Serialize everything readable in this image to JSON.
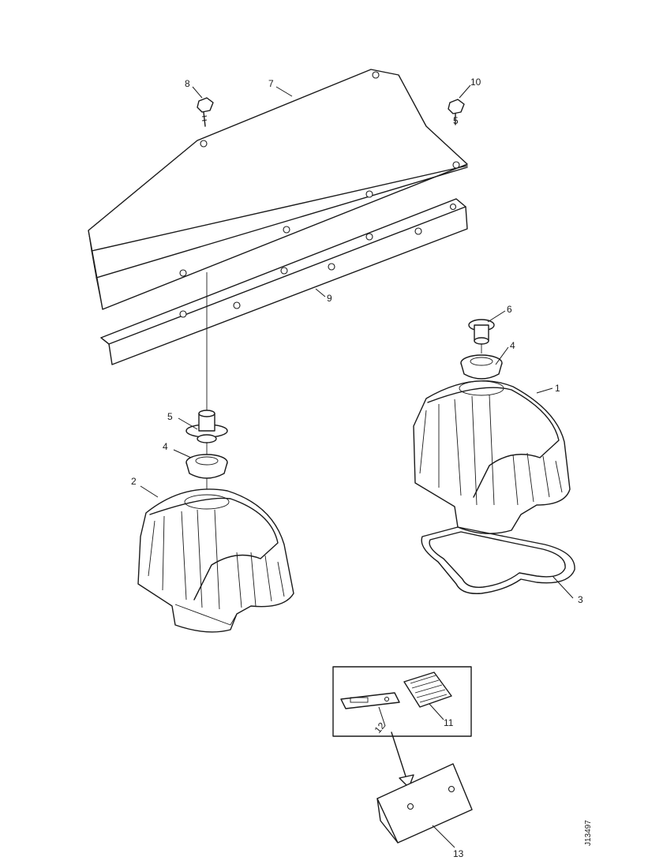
{
  "callouts": {
    "c1": "1",
    "c2": "2",
    "c3": "3",
    "c4a": "4",
    "c4b": "4",
    "c5a": "5",
    "c5b": "5",
    "c6": "6",
    "c7": "7",
    "c8": "8",
    "c9": "9",
    "c10": "10",
    "c11": "11",
    "c12": "12",
    "c13": "13"
  },
  "drawing_ref": "J13497"
}
